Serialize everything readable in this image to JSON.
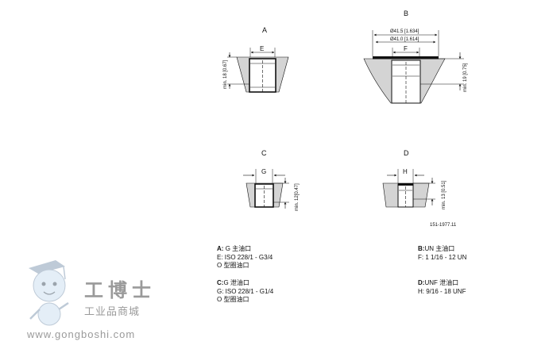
{
  "figure_code": "151-1977.11",
  "views": {
    "A": {
      "title": "A",
      "port": "E",
      "depth": "min. 18 [0.67]"
    },
    "B": {
      "title": "B",
      "port": "F",
      "dia_max": "Ø41.5 [1.634]",
      "dia_min": "Ø41.0 [1.614]",
      "depth": "min. 19 [0.75]"
    },
    "C": {
      "title": "C",
      "port": "G",
      "depth": "min. 12[0.47]"
    },
    "D": {
      "title": "D",
      "port": "H",
      "depth": "min. 13 [0.51]"
    }
  },
  "legend": {
    "A": {
      "key": "A:",
      "title": "G 主油口",
      "line2": "E: ISO 228/1 - G3/4",
      "line3": "O 型圈油口"
    },
    "B": {
      "key": "B:",
      "title": "UN 主油口",
      "line2": "F: 1 1/16 - 12 UN"
    },
    "C": {
      "key": "C:",
      "title": "G 泄油口",
      "line2": "G: ISO 228/1 - G1/4",
      "line3": "O 型圈油口"
    },
    "D": {
      "key": "D:",
      "title": "UNF 泄油口",
      "line2": "H: 9/16 - 18 UNF"
    }
  },
  "watermark": {
    "brand": "工博士",
    "subtitle": "工业品商城",
    "url": "www.gongboshi.com"
  },
  "colors": {
    "ink": "#111111",
    "hatch": "#d4d4d4",
    "watermark": "#9a9a9a"
  }
}
